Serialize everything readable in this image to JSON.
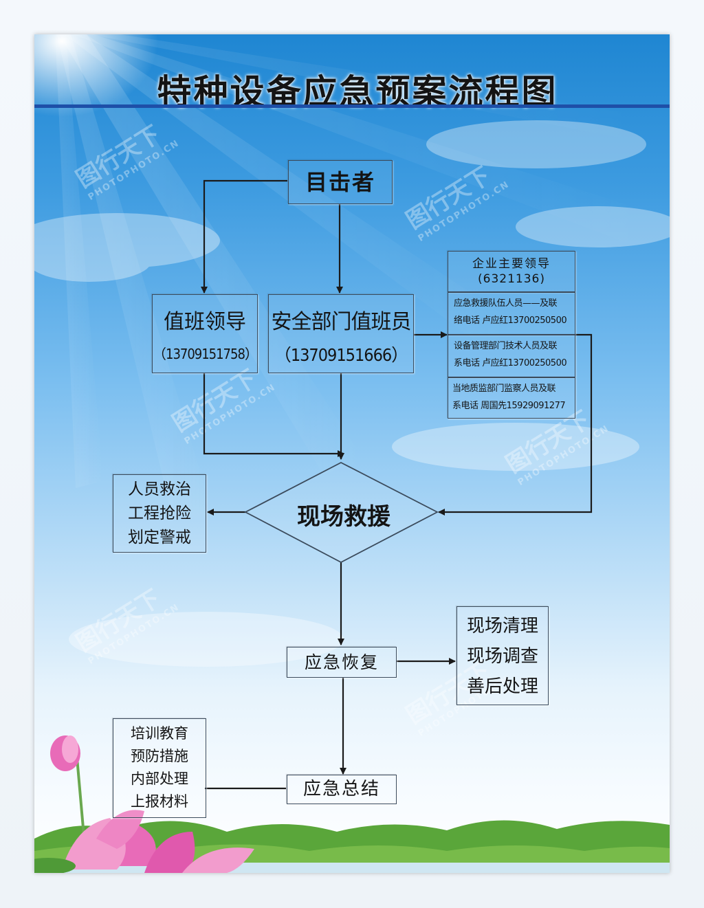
{
  "title": "特种设备应急预案流程图",
  "witness": "目击者",
  "duty_leader": {
    "name": "值班领导",
    "phone": "（13709151758）"
  },
  "safety_officer": {
    "name": "安全部门值班员",
    "phone": "（13709151666）"
  },
  "contacts": [
    {
      "line1": "企业主要领导",
      "line2": "(6321136)"
    },
    {
      "line1": "应急救援队伍人员——及联",
      "line2": "络电话 卢应红13700250500"
    },
    {
      "line1": "设备管理部门技术人员及联",
      "line2": "系电话 卢应红13700250500"
    },
    {
      "line1": "当地质监部门监察人员及联",
      "line2": "系电话 周国先15929091277"
    }
  ],
  "onsite_rescue": "现场救援",
  "rescue_actions": [
    "人员救治",
    "工程抢险",
    "划定警戒"
  ],
  "emergency_recovery": "应急恢复",
  "recovery_actions": [
    "现场清理",
    "现场调查",
    "善后处理"
  ],
  "emergency_summary": "应急总结",
  "summary_actions": [
    "培训教育",
    "预防措施",
    "内部处理",
    "上报材料"
  ],
  "watermark": {
    "text": "图行天下",
    "sub": "PHOTOPHOTO.CN"
  },
  "colors": {
    "sky_top": "#1f86d2",
    "sky_bottom": "#ffffff",
    "title_rule": "#1e4fa8",
    "lines": "#1a1a1a",
    "lotus": "#e86bb8"
  }
}
